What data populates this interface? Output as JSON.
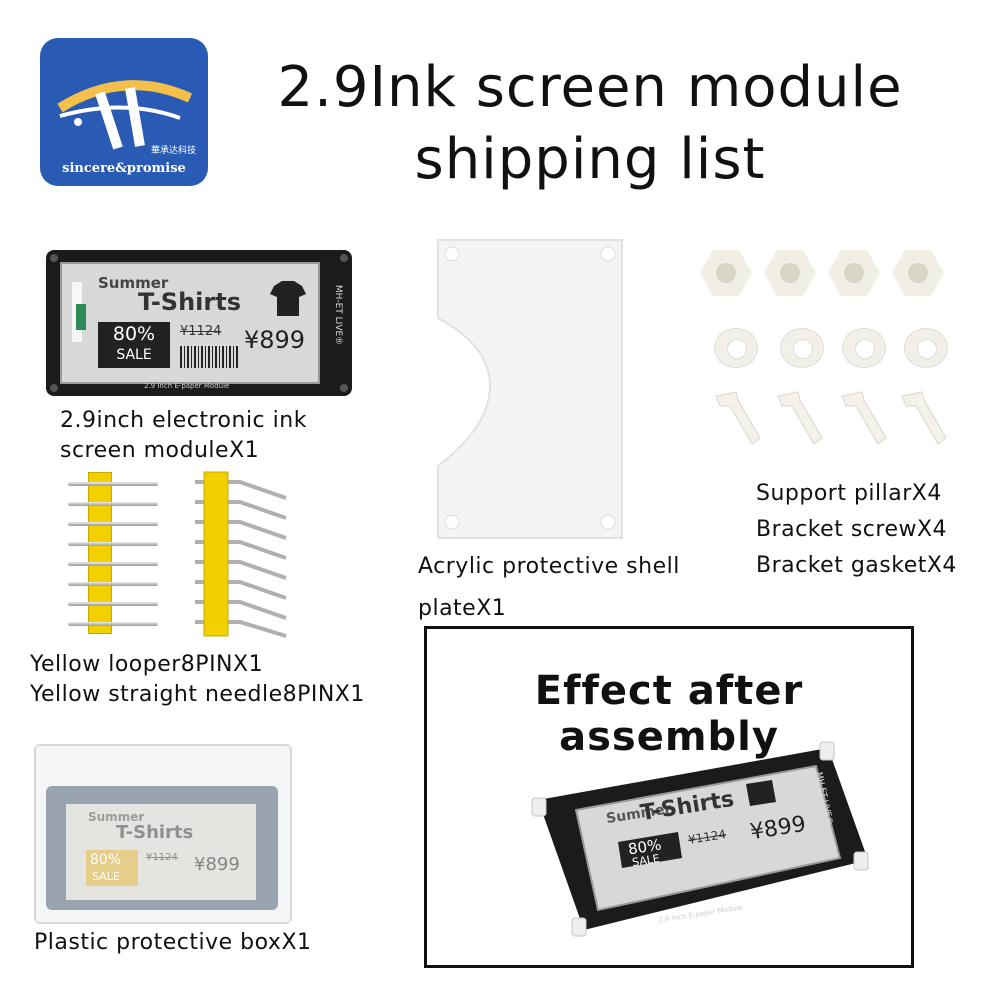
{
  "header": {
    "title_line1": "2.9Ink screen module",
    "title_line2": "shipping list"
  },
  "logo": {
    "brand": "sincere&promise",
    "chinese": "華承达科技"
  },
  "module": {
    "word_summer": "Summer",
    "word_tshirts": "T-Shirts",
    "percent": "80%",
    "sale": "SALE",
    "old_price": "¥1124",
    "new_price": "¥899",
    "side_label": "MH-ET LIVE®",
    "board_label": "2.9 Inch E-paper Module",
    "caption_line1": "2.9inch electronic ink",
    "caption_line2": "screen moduleX1"
  },
  "pins": {
    "caption_line1": "Yellow looper8PINX1",
    "caption_line2": "Yellow straight needle8PINX1"
  },
  "acrylic": {
    "caption_line1": "Acrylic protective shell",
    "caption_line2": "plateX1"
  },
  "hardware": {
    "caption_line1": "Support pillarX4",
    "caption_line2": "Bracket screwX4",
    "caption_line3": "Bracket gasketX4"
  },
  "box": {
    "caption": "Plastic protective boxX1"
  },
  "effect": {
    "title": "Effect after assembly"
  },
  "colors": {
    "logo_bg": "#2a5bb4",
    "pin_yellow": "#f2d000",
    "board_black": "#1b1b1b"
  }
}
